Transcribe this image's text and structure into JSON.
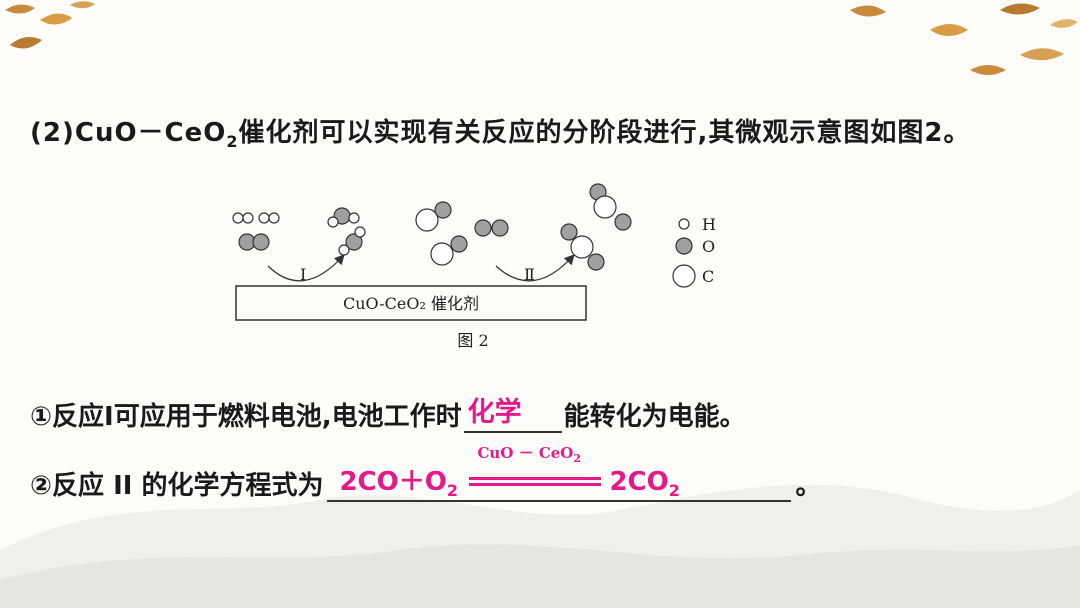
{
  "question": {
    "prefix": "(2)CuO－CeO",
    "sub": "2",
    "suffix": "催化剂可以实现有关反应的分阶段进行,其微观示意图如图2。"
  },
  "figure": {
    "catalyst_label": "CuO-CeO₂ 催化剂",
    "caption": "图 2",
    "step1": "I",
    "step2": "Ⅱ",
    "legend": {
      "h": "H",
      "o": "O",
      "c": "C"
    }
  },
  "item1": {
    "before": "①反应I可应用于燃料电池,电池工作时",
    "answer": "化学",
    "after": "能转化为电能。"
  },
  "item2": {
    "before": "②反应 II 的化学方程式为",
    "eq_left": "2CO＋O",
    "eq_left_sub": "2",
    "eq_condition": "CuO － CeO",
    "eq_condition_sub": "2",
    "eq_right": "2CO",
    "eq_right_sub": "2",
    "end": "。"
  },
  "colors": {
    "answer": "#e6198a",
    "atom_gray": "#a0a0a0"
  }
}
